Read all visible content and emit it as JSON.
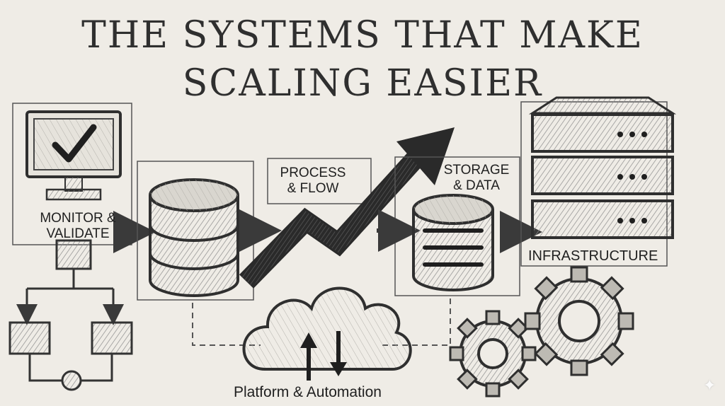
{
  "title": {
    "line1": "THE SYSTEMS THAT MAKE",
    "line2": "SCALING EASIER"
  },
  "labels": {
    "monitor_line1": "MONITOR &",
    "monitor_line2": "VALIDATE",
    "process_line1": "PROCESS",
    "process_line2": "& FLOW",
    "storage_line1": "STORAGE",
    "storage_line2": "& DATA",
    "infrastructure": "INFRASTRUCTURE",
    "platform": "Platform & Automation"
  },
  "icons": [
    "monitor-checkmark-icon",
    "flowchart-icon",
    "database-icon",
    "upward-trend-arrow-icon",
    "database-small-icon",
    "server-rack-icon",
    "cloud-sync-icon",
    "gears-icon",
    "sparkle-icon"
  ],
  "colors": {
    "background": "#efece6",
    "ink": "#2f2f2f"
  }
}
